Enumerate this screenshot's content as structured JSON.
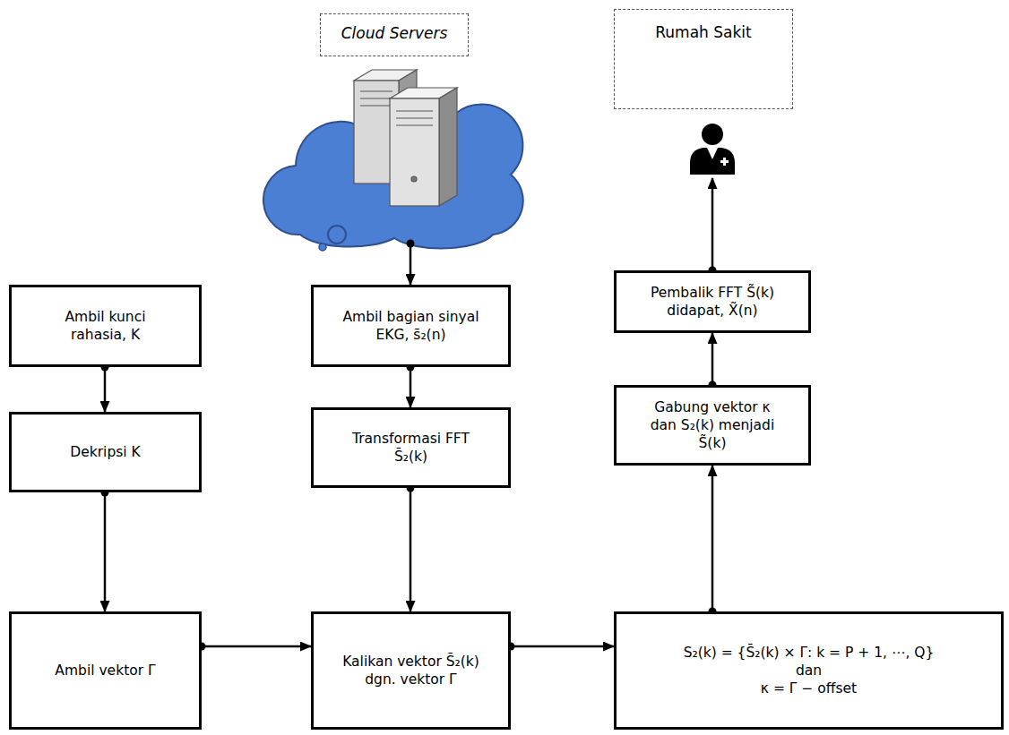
{
  "diagram": {
    "nodes": [
      {
        "text": [
          "Cloud Servers"
        ]
      },
      {
        "text": [
          "Rumah Sakit"
        ]
      },
      {
        "text": [
          "Ambil kunci rahasia, K"
        ]
      },
      {
        "text": [
          "Ambil bagian sinyal EKG, s̄₂(n)"
        ]
      },
      {
        "text": [
          "Pembalik FFT S̃(k) didapat, X̃(n)"
        ]
      },
      {
        "text": [
          "Dekripsi K"
        ]
      },
      {
        "text": [
          "Transformasi FFT S̄₂(k)"
        ]
      },
      {
        "text": [
          "Gabung vektor κ dan S₂(k) menjadi S̃(k)"
        ]
      },
      {
        "text": [
          "Ambil vektor Γ"
        ]
      },
      {
        "text": [
          "Kalikan vektor S̄₂(k) dgn. vektor Γ"
        ]
      },
      {
        "text": [
          "S₂(k) = {S̄₂(k) × Γ: k = P + 1, ⋯, Q}",
          "dan",
          "κ = Γ − offset"
        ]
      }
    ],
    "edges": [
      {
        "from": 0,
        "to": 3,
        "arrow": "to"
      },
      {
        "from": 2,
        "to": 5,
        "arrow": "to"
      },
      {
        "from": 5,
        "to": 8,
        "arrow": "to"
      },
      {
        "from": 3,
        "to": 6,
        "arrow": "to"
      },
      {
        "from": 6,
        "to": 9,
        "arrow": "to"
      },
      {
        "from": 8,
        "to": 9,
        "arrow": "to"
      },
      {
        "from": 9,
        "to": 10,
        "arrow": "to"
      },
      {
        "from": 10,
        "to": 7,
        "arrow": "to"
      },
      {
        "from": 7,
        "to": 4,
        "arrow": "to"
      },
      {
        "from": 4,
        "to": 1,
        "arrow": "to"
      }
    ]
  }
}
